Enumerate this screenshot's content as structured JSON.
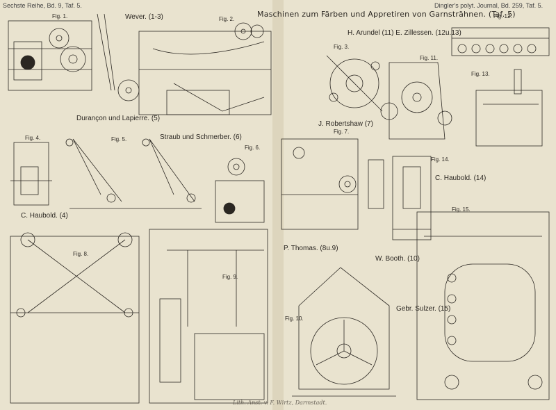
{
  "header": {
    "series": "Sechste Reihe, Bd. 9, Taf. 5.",
    "journal": "Dingler's polyt. Journal, Bd. 259, Taf. 5.",
    "title": "Maschinen zum Färben und Appretiren von Garnsträhnen. (Taf. 5)"
  },
  "figures": {
    "fig1": "Fig. 1.",
    "fig2": "Fig. 2.",
    "fig3": "Fig. 3.",
    "fig4": "Fig. 4.",
    "fig5": "Fig. 5.",
    "fig6": "Fig. 6.",
    "fig7": "Fig. 7.",
    "fig8": "Fig. 8.",
    "fig9": "Fig. 9.",
    "fig10": "Fig. 10.",
    "fig11": "Fig. 11.",
    "fig12": "Fig. 12.",
    "fig13": "Fig. 13.",
    "fig14": "Fig. 14.",
    "fig15": "Fig. 15."
  },
  "authors": {
    "wever": "Wever. (1-3)",
    "arundel": "H. Arundel (11) E. Zillessen. (12u.13)",
    "duranchon": "Durançon und Lapierre. (5)",
    "robertshaw": "J. Robertshaw (7)",
    "straub": "Straub und Schmerber. (6)",
    "haubold_a": "C. Haubold. (14)",
    "haubold_b": "C. Haubold. (4)",
    "thomas": "P. Thomas. (8u.9)",
    "booth": "W. Booth. (10)",
    "sulzer": "Gebr. Sulzer. (15)"
  },
  "imprint": "Lith. Anst. v. F. Wirtz, Darmstadt.",
  "colors": {
    "paper": "#e9e3cf",
    "ink": "#2b2722",
    "fold": "#cfc6ad"
  }
}
